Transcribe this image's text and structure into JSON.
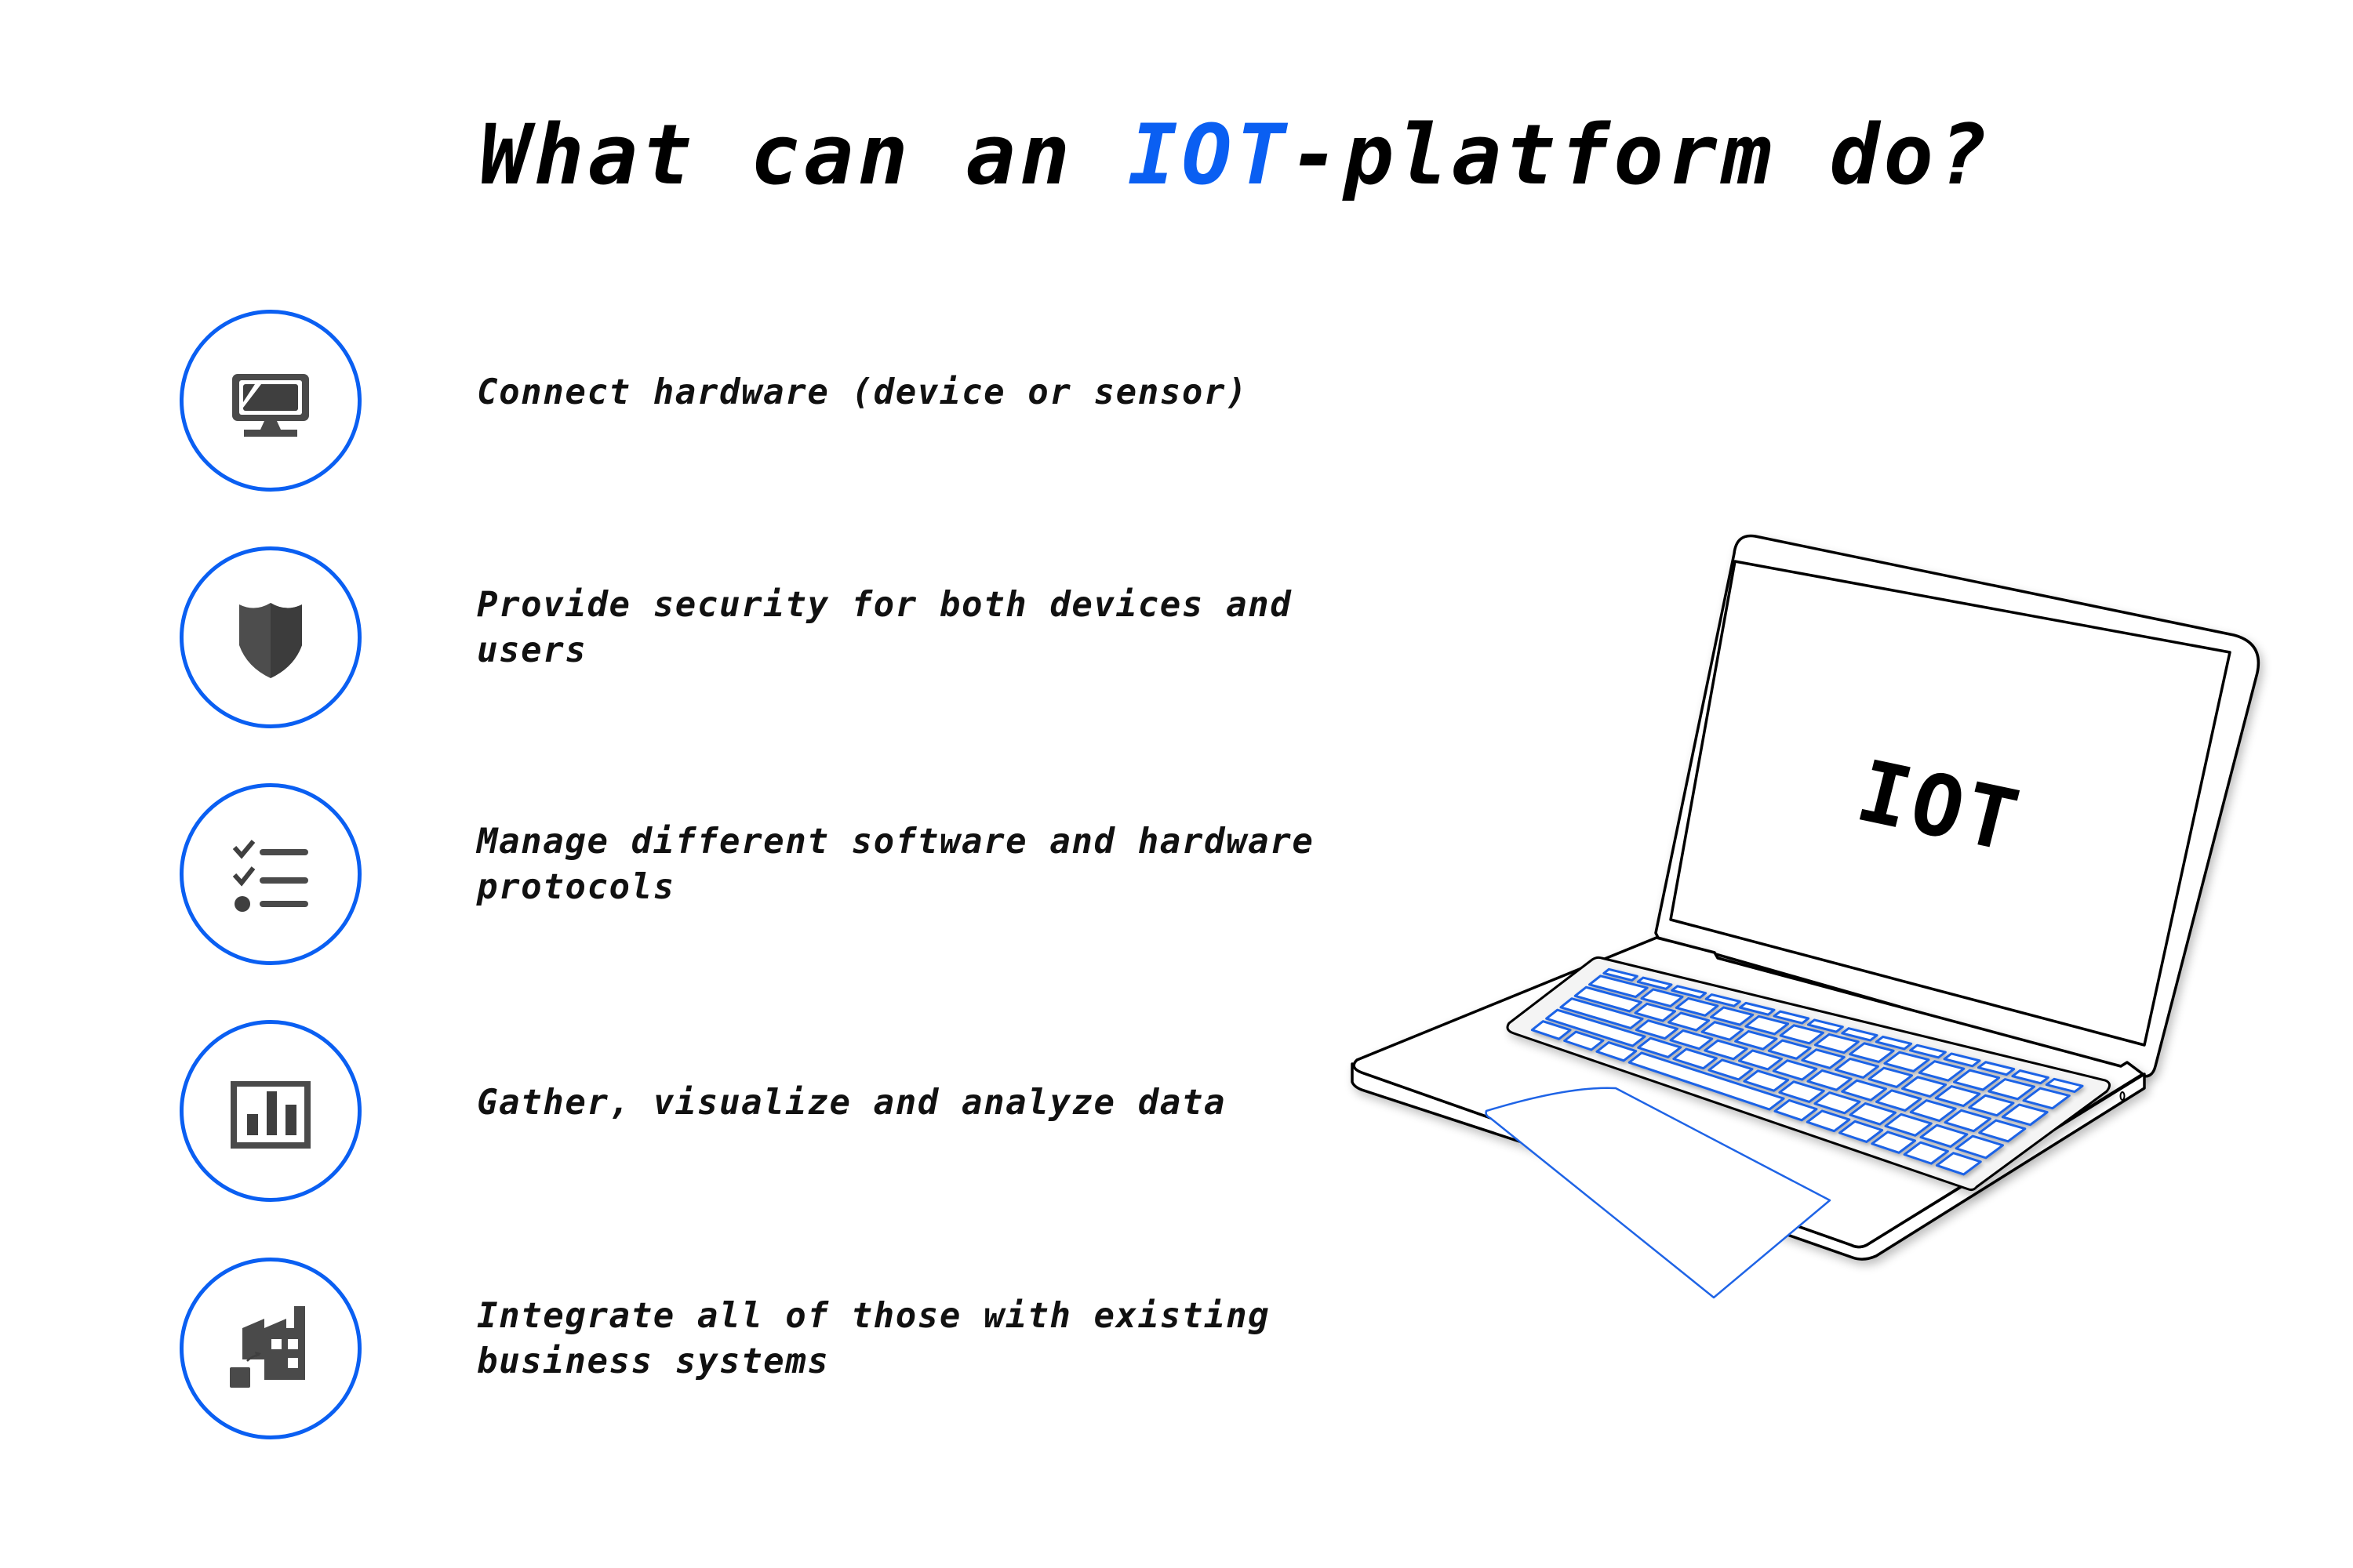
{
  "title": {
    "prefix": "What can an ",
    "highlight": "IOT",
    "suffix": "-platform do?"
  },
  "colors": {
    "accent": "#0a5ff2",
    "icon": "#4a4a4a",
    "text": "#111111",
    "outline": "#000000"
  },
  "features": [
    {
      "icon": "monitor-icon",
      "text": "Connect hardware (device or sensor)"
    },
    {
      "icon": "shield-icon",
      "text": "Provide security for both devices and users"
    },
    {
      "icon": "checklist-icon",
      "text": "Manage different software and hardware protocols"
    },
    {
      "icon": "bar-chart-icon",
      "text": "Gather, visualize and analyze data"
    },
    {
      "icon": "factory-icon",
      "text": "Integrate all of those with existing business systems"
    }
  ],
  "laptop": {
    "screen_text": "IOT"
  }
}
